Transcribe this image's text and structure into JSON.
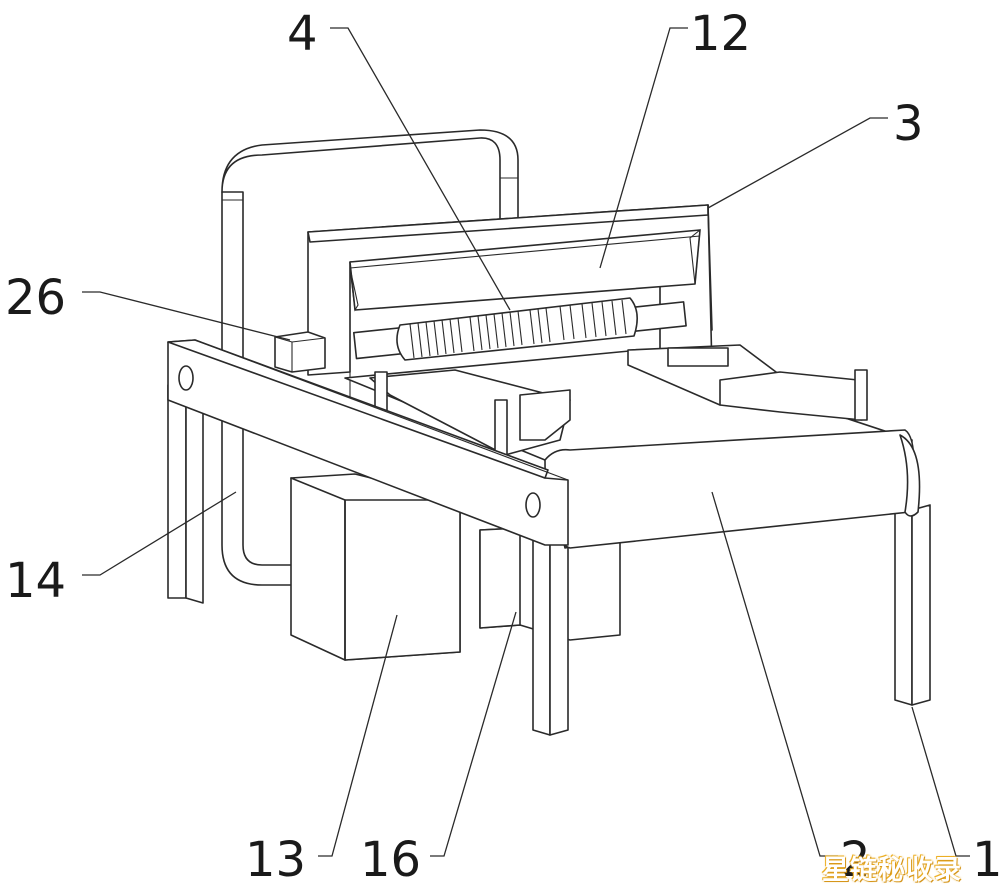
{
  "diagram": {
    "labels": [
      {
        "id": "label-4",
        "text": "4"
      },
      {
        "id": "label-12",
        "text": "12"
      },
      {
        "id": "label-3",
        "text": "3"
      },
      {
        "id": "label-26",
        "text": "26"
      },
      {
        "id": "label-14",
        "text": "14"
      },
      {
        "id": "label-13",
        "text": "13"
      },
      {
        "id": "label-16",
        "text": "16"
      },
      {
        "id": "label-2",
        "text": "2"
      },
      {
        "id": "label-1",
        "text": "1"
      }
    ]
  },
  "watermark": {
    "text": "星链秘收录"
  }
}
